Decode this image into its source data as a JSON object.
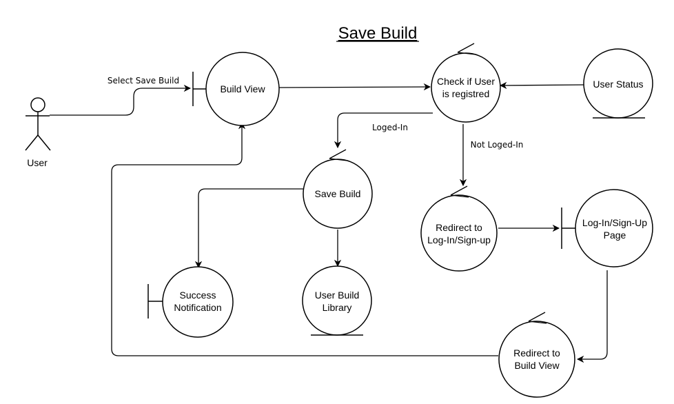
{
  "title": "Save Build",
  "nodes": {
    "user": "User",
    "build_view": "Build View",
    "check_registered": [
      "Check if User",
      "is registred"
    ],
    "user_status": "User Status",
    "save_build": "Save Build",
    "success_notification": [
      "Success",
      "Notification"
    ],
    "user_build_library": [
      "User Build",
      "Library"
    ],
    "redirect_login": [
      "Redirect to",
      "Log-In/Sign-up"
    ],
    "login_page": [
      "Log-In/Sign-Up",
      "Page"
    ],
    "redirect_build_view": [
      "Redirect to",
      "Build View"
    ]
  },
  "edges": {
    "select_save_build": "Select Save Build",
    "loged_in": "Loged-In",
    "not_loged_in": "Not Loged-In"
  }
}
